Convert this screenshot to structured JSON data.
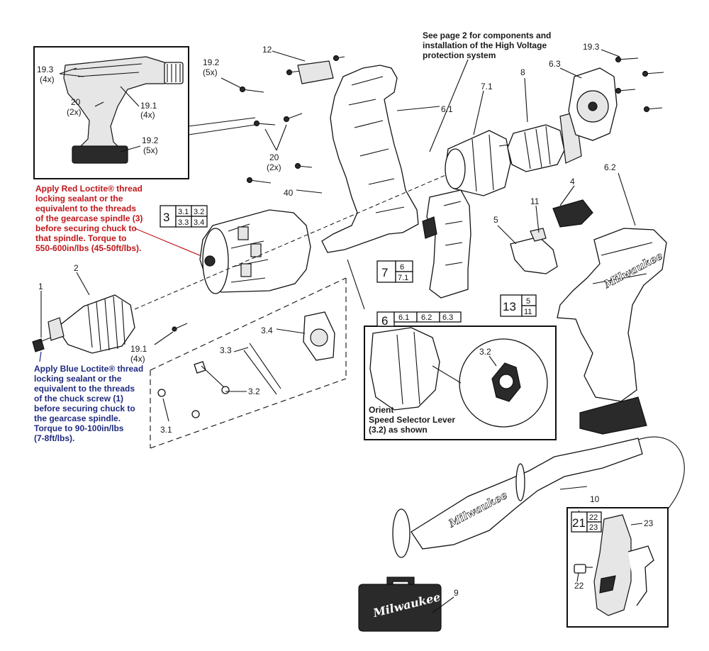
{
  "labels": {
    "p12": "12",
    "p19_2_top": "19.2",
    "p19_2_top_qty": "(5x)",
    "p19_3_right": "19.3",
    "p6_3": "6.3",
    "p8": "8",
    "p7_1": "7.1",
    "p6_1": "6.1",
    "p20": "20",
    "p20_qty": "(2x)",
    "p40": "40",
    "p6_2": "6.2",
    "p4": "4",
    "p11": "11",
    "p5": "5",
    "p2": "2",
    "p1": "1",
    "p19_1": "19.1",
    "p19_1_qty": "(4x)",
    "p3_4": "3.4",
    "p3_3": "3.3",
    "p3_2": "3.2",
    "p3_1": "3.1",
    "p3_2_inset": "3.2",
    "p10": "10",
    "p9": "9",
    "p23": "23",
    "p22": "22"
  },
  "note_top": [
    "See page 2 for components and",
    "installation of the High Voltage",
    "protection system"
  ],
  "inset_tool": {
    "l19_3": "19.3",
    "l19_3_qty": "(4x)",
    "l20": "20",
    "l20_qty": "(2x)",
    "l19_1": "19.1",
    "l19_1_qty": "(4x)",
    "l19_2": "19.2",
    "l19_2_qty": "(5x)"
  },
  "note_red": {
    "color": "#c0161a",
    "lines": [
      "Apply Red Loctite® thread",
      "locking sealant or the",
      "equivalent to the threads",
      "of the gearcase spindle (3)",
      "before securing chuck to",
      "that spindle. Torque to",
      "550-600in/lbs (45-50ft/lbs)."
    ]
  },
  "note_blue": {
    "color": "#1f2a80",
    "lines": [
      "Apply Blue Loctite® thread",
      "locking sealant or the",
      "equivalent to the threads",
      "of the chuck screw (1)",
      "before securing chuck to",
      "the gearcase spindle.",
      "Torque to 90-100in/lbs",
      "(7-8ft/lbs)."
    ]
  },
  "orient_note": [
    "Orient",
    "Speed Selector Lever",
    "(3.2) as shown"
  ],
  "groups": {
    "g3": {
      "main": "3",
      "subs": [
        "3.1",
        "3.2",
        "3.3",
        "3.4"
      ]
    },
    "g7": {
      "main": "7",
      "subs": [
        "6",
        "7.1"
      ]
    },
    "g6": {
      "main": "6",
      "subs": [
        "6.1",
        "6.2",
        "6.3"
      ]
    },
    "g13": {
      "main": "13",
      "subs": [
        "5",
        "11"
      ]
    },
    "g21": {
      "main": "21",
      "subs": [
        "22",
        "23"
      ]
    }
  },
  "brand_text": "Milwaukee"
}
